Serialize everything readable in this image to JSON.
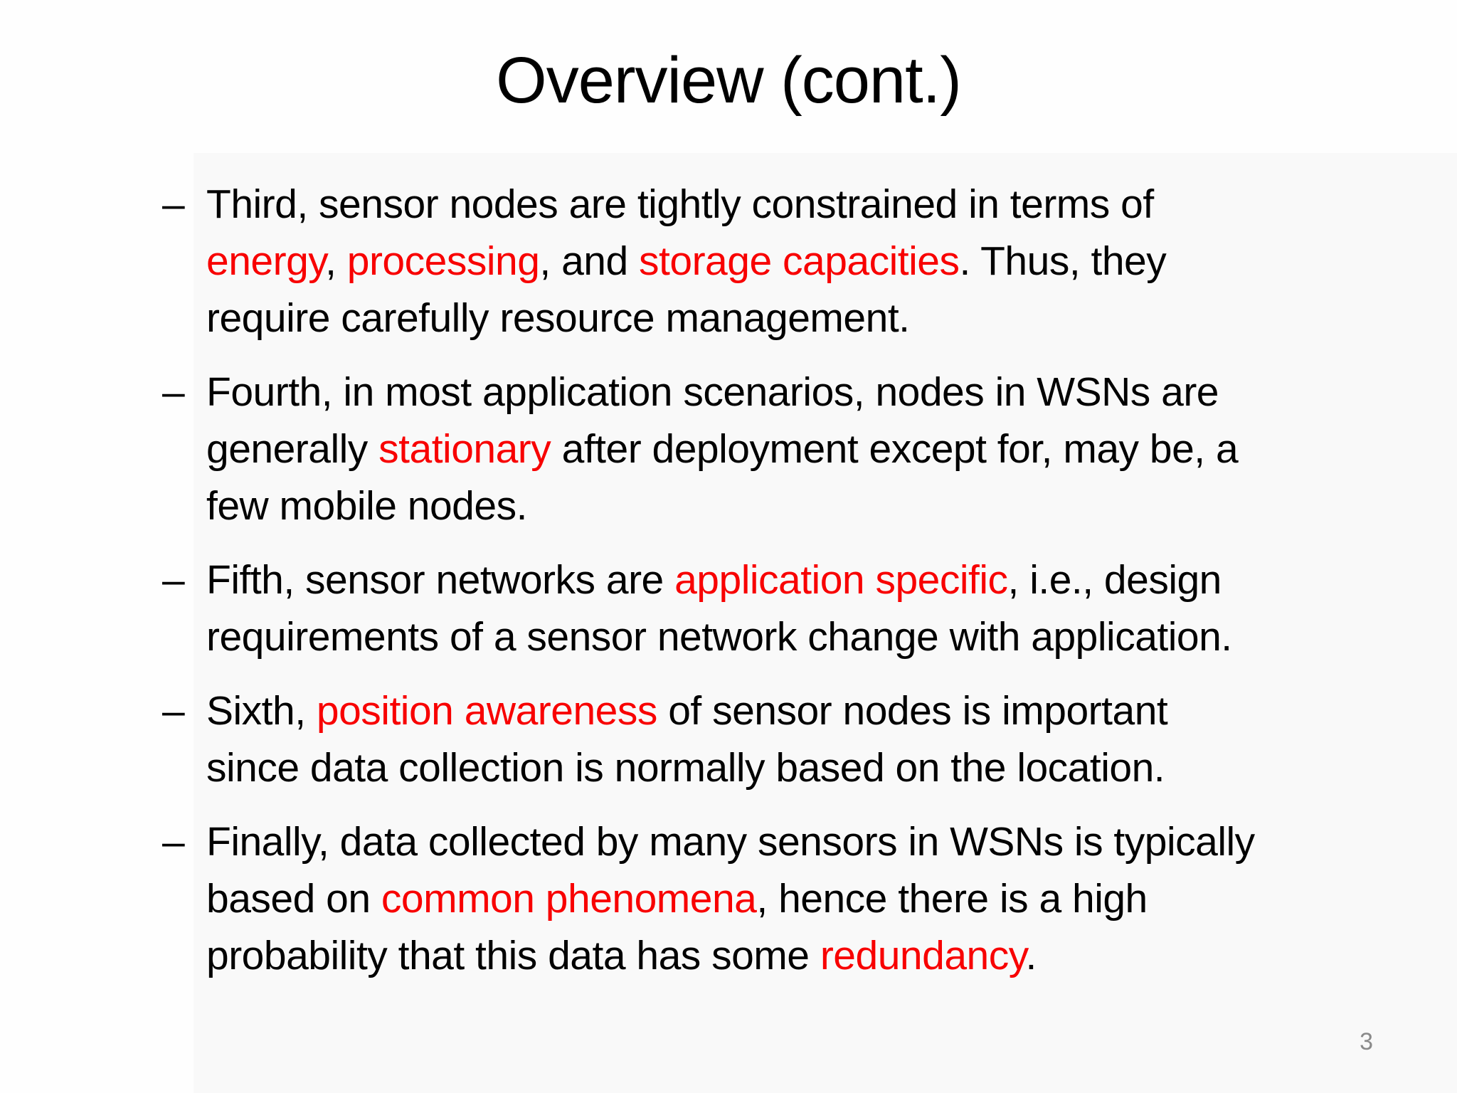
{
  "slide": {
    "title": "Overview (cont.)",
    "page_number": "3",
    "bullet_marker": "–",
    "colors": {
      "accent_red": "#f80000",
      "text_black": "#000000",
      "page_number_gray": "#8a8a8a",
      "background": "#fefefe"
    },
    "bullets": [
      {
        "segments": [
          {
            "text": "Third, sensor nodes are tightly constrained in terms of"
          },
          {
            "br": true
          },
          {
            "text": "energy",
            "red": true
          },
          {
            "text": ", "
          },
          {
            "text": "processing",
            "red": true
          },
          {
            "text": ", and "
          },
          {
            "text": "storage capacities",
            "red": true
          },
          {
            "text": ". Thus, they"
          },
          {
            "br": true
          },
          {
            "text": "require carefully resource management."
          }
        ]
      },
      {
        "segments": [
          {
            "text": "Fourth, in most application scenarios, nodes in WSNs are"
          },
          {
            "br": true
          },
          {
            "text": "generally "
          },
          {
            "text": "stationary",
            "red": true
          },
          {
            "text": " after deployment except for, may be, a"
          },
          {
            "br": true
          },
          {
            "text": "few mobile nodes."
          }
        ]
      },
      {
        "segments": [
          {
            "text": "Fifth, sensor networks are "
          },
          {
            "text": "application specific",
            "red": true
          },
          {
            "text": ", i.e., design"
          },
          {
            "br": true
          },
          {
            "text": "requirements of a sensor network change with application."
          }
        ]
      },
      {
        "segments": [
          {
            "text": "Sixth, "
          },
          {
            "text": "position awareness",
            "red": true
          },
          {
            "text": " of sensor nodes is important"
          },
          {
            "br": true
          },
          {
            "text": "since data collection is normally based on the location."
          }
        ]
      },
      {
        "segments": [
          {
            "text": "Finally, data collected by many sensors in WSNs is typically"
          },
          {
            "br": true
          },
          {
            "text": "based on "
          },
          {
            "text": "common phenomena",
            "red": true
          },
          {
            "text": ", hence there is a high"
          },
          {
            "br": true
          },
          {
            "text": "probability that this data has some "
          },
          {
            "text": "redundancy",
            "red": true
          },
          {
            "text": "."
          }
        ]
      }
    ]
  }
}
